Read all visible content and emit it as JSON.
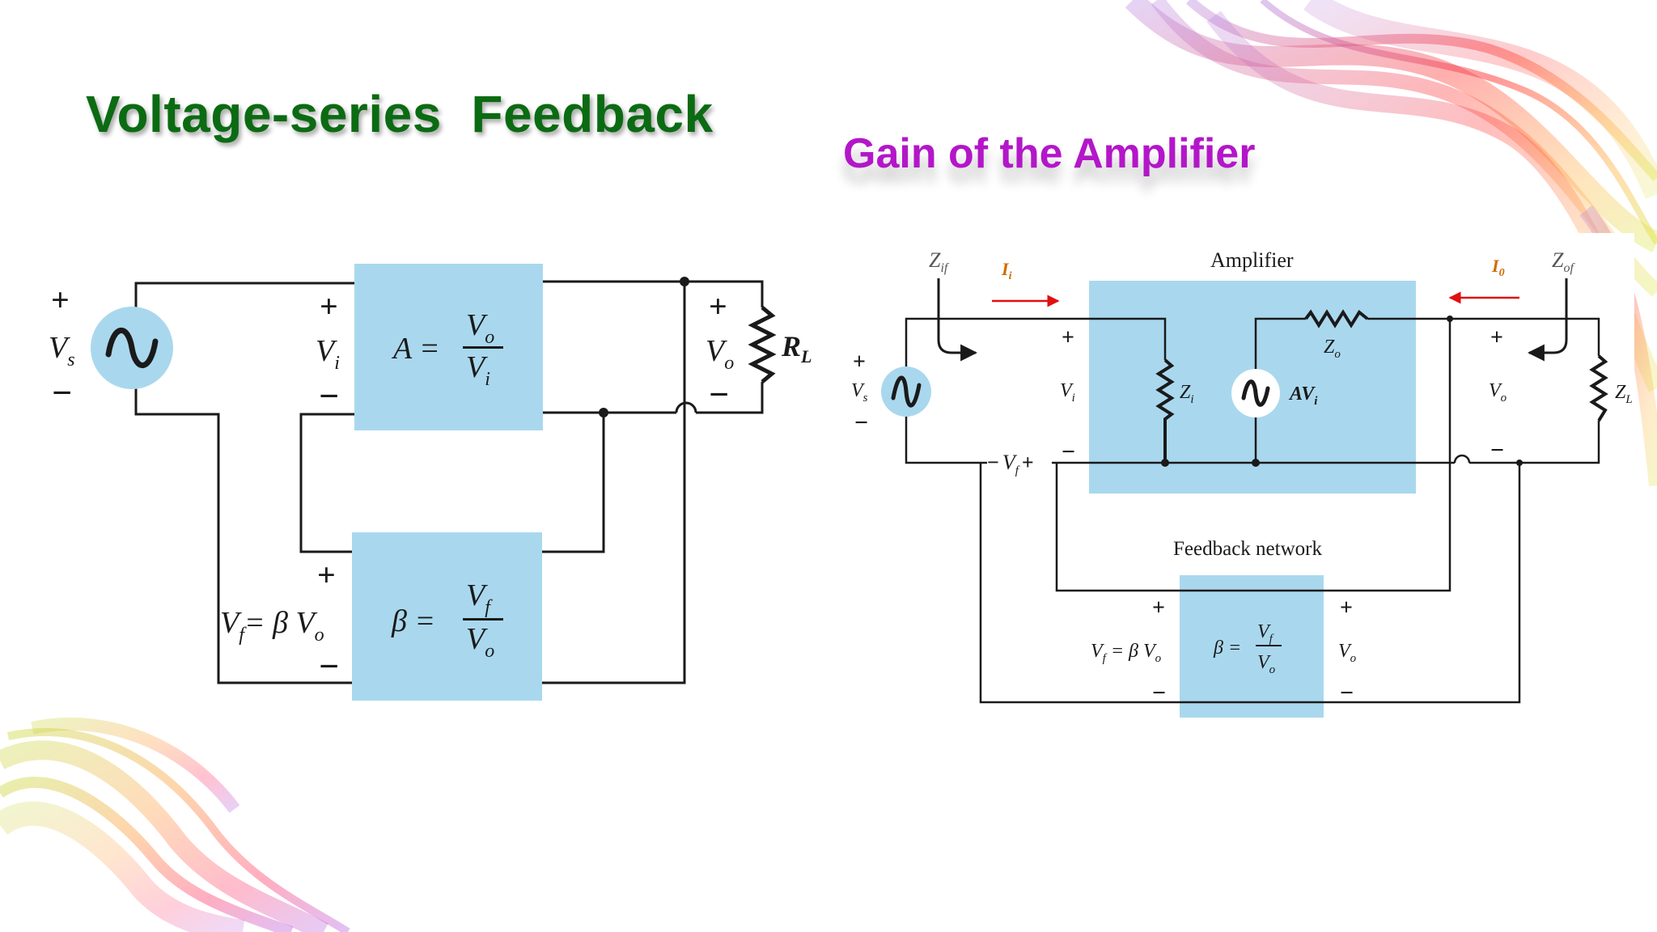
{
  "titles": {
    "left": "Voltage-series  Feedback",
    "right": "Gain of the Amplifier"
  },
  "colors": {
    "title_left": "#0b6b12",
    "title_right": "#b316c9",
    "block_fill": "#a9d8ee",
    "wire": "#1a1a1a",
    "current_arrow": "#e01010",
    "current_label": "#d06a00"
  },
  "left_diagram": {
    "source": {
      "plus": "+",
      "label": "V",
      "label_sub": "s",
      "minus": "−"
    },
    "input": {
      "plus": "+",
      "label": "V",
      "label_sub": "i",
      "minus": "−"
    },
    "amplifier_block": {
      "lhs": "A =",
      "num": "V",
      "num_sub": "o",
      "den": "V",
      "den_sub": "i"
    },
    "output": {
      "plus": "+",
      "label": "V",
      "label_sub": "o",
      "minus": "−"
    },
    "load": {
      "label": "R",
      "label_sub": "L"
    },
    "feedback_voltage": {
      "plus": "+",
      "lhs": "V",
      "lhs_sub": "f",
      "eq": "= β V",
      "eq_sub": "o",
      "minus": "−"
    },
    "feedback_block": {
      "lhs": "β =",
      "num": "V",
      "num_sub": "f",
      "den": "V",
      "den_sub": "o"
    }
  },
  "right_diagram": {
    "zif": {
      "label": "Z",
      "sub": "if"
    },
    "zof": {
      "label": "Z",
      "sub": "of"
    },
    "ii": {
      "label": "I",
      "sub": "i"
    },
    "io": {
      "label": "I",
      "sub": "0"
    },
    "amplifier_label": "Amplifier",
    "source": {
      "plus": "+",
      "label": "V",
      "label_sub": "s",
      "minus": "−"
    },
    "input": {
      "plus": "+",
      "label": "V",
      "label_sub": "i",
      "minus": "−"
    },
    "zi": {
      "label": "Z",
      "sub": "i"
    },
    "zo": {
      "label": "Z",
      "sub": "o"
    },
    "dependent_source": {
      "label": "AV",
      "sub": "i"
    },
    "output": {
      "plus": "+",
      "label": "V",
      "label_sub": "o",
      "minus": "−"
    },
    "load": {
      "label": "Z",
      "sub": "L"
    },
    "vf_series": {
      "minus": "−",
      "label": "V",
      "sub": "f",
      "plus": "+"
    },
    "feedback_label": "Feedback network",
    "feedback_left": {
      "plus": "+",
      "lhs": "V",
      "lhs_sub": "f",
      "eq": " = β V",
      "eq_sub": "o",
      "minus": "−"
    },
    "feedback_block": {
      "lhs": "β =",
      "num": "V",
      "num_sub": "f",
      "den": "V",
      "den_sub": "o"
    },
    "feedback_right": {
      "plus": "+",
      "label": "V",
      "label_sub": "o",
      "minus": "−"
    }
  }
}
